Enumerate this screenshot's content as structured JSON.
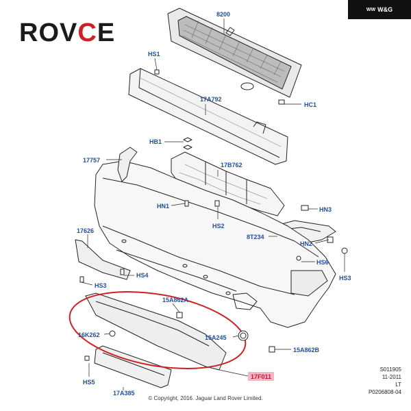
{
  "brand": {
    "logo_dark": "ROV",
    "logo_red": "C",
    "logo_dark2": "E"
  },
  "corner_badge": {
    "mark": "WW",
    "text": "W&G"
  },
  "part_labels": {
    "p8200": "8200",
    "hs1": "HS1",
    "p17A792": "17A792",
    "hc1": "HC1",
    "hb1": "HB1",
    "p17757": "17757",
    "p17B762": "17B762",
    "hn1": "HN1",
    "hs2": "HS2",
    "hn3": "HN3",
    "p17626": "17626",
    "p8T234": "8T234",
    "hn2": "HN2",
    "hs6": "HS6",
    "hs3_right": "HS3",
    "hs4": "HS4",
    "hs3_left": "HS3",
    "p15A862A": "15A862A",
    "p16K262": "16K262",
    "p15A245": "15A245",
    "p15A862B": "15A862B",
    "hs5": "HS5",
    "p17A385": "17A385"
  },
  "highlight": {
    "label": "17F011",
    "color": "#d11f26"
  },
  "reference": {
    "line1": "S011905",
    "line2": "11-2011",
    "line3": "LT",
    "line4": "P0206808-04"
  },
  "copyright": "© Copyright, 2016. Jaguar Land Rover Limited.",
  "colors": {
    "label_blue": "#1f4fa3",
    "highlight_red": "#d11f26",
    "highlight_bg": "#f4b6c2",
    "line": "#222222"
  }
}
